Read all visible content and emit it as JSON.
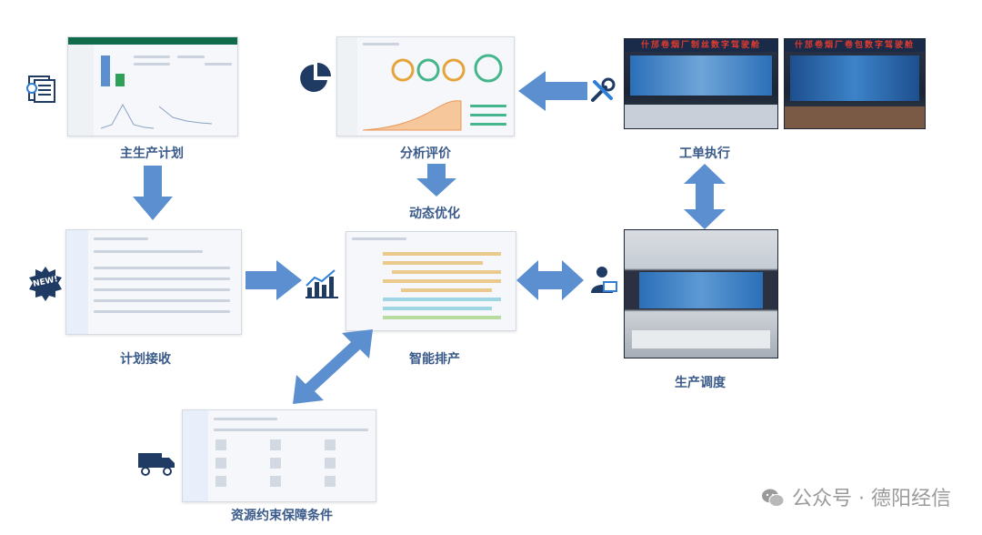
{
  "nodes": {
    "master_plan": "主生产计划",
    "analysis": "分析评价",
    "work_order": "工单执行",
    "dynamic_opt": "动态优化",
    "plan_receive": "计划接收",
    "smart_schedule": "智能排产",
    "dispatch": "生产调度",
    "resource": "资源约束保障条件"
  },
  "badge_new": "NEW!",
  "photo_banner_1": "什邡卷烟厂制丝数字驾驶舱",
  "photo_banner_2": "什邡卷烟厂卷包数字驾驶舱",
  "watermark": "公众号 · 德阳经信",
  "colors": {
    "arrow": "#5b8fd0",
    "label": "#3a5a8a",
    "icon_dark": "#1f3b63"
  }
}
